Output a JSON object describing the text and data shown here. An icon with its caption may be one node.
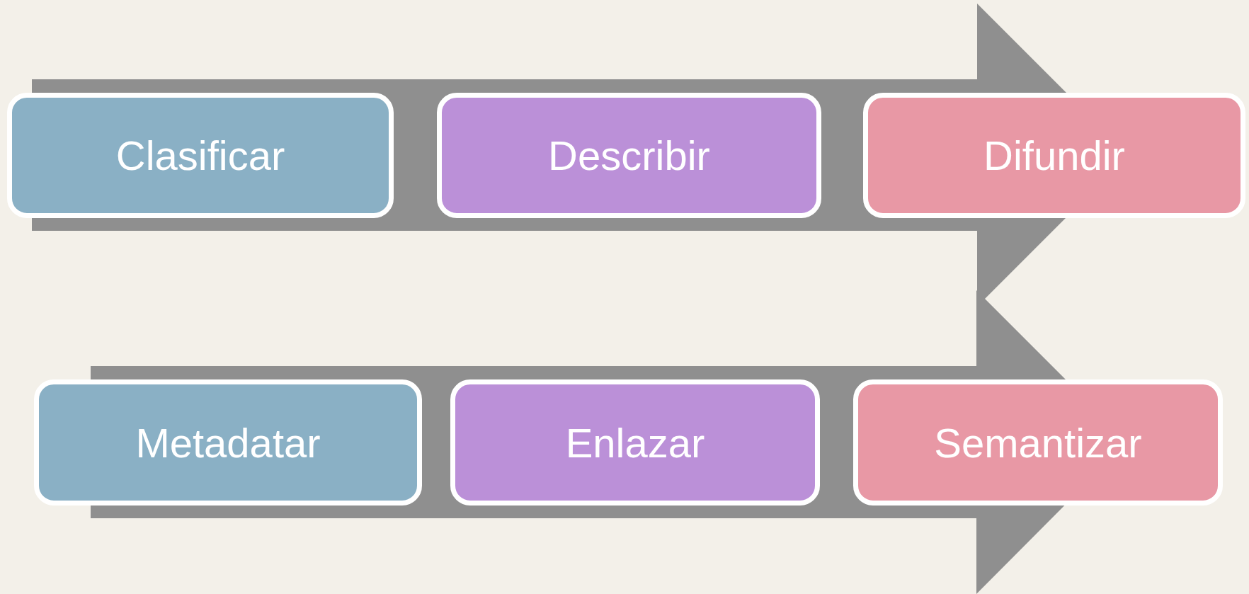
{
  "diagram": {
    "nodes": [
      {
        "text": [
          "Clasificar"
        ]
      },
      {
        "text": [
          "Describir"
        ]
      },
      {
        "text": [
          "Difundir"
        ]
      },
      {
        "text": [
          "Metadatar"
        ]
      },
      {
        "text": [
          "Enlazar"
        ]
      },
      {
        "text": [
          "Semantizar"
        ]
      }
    ]
  }
}
